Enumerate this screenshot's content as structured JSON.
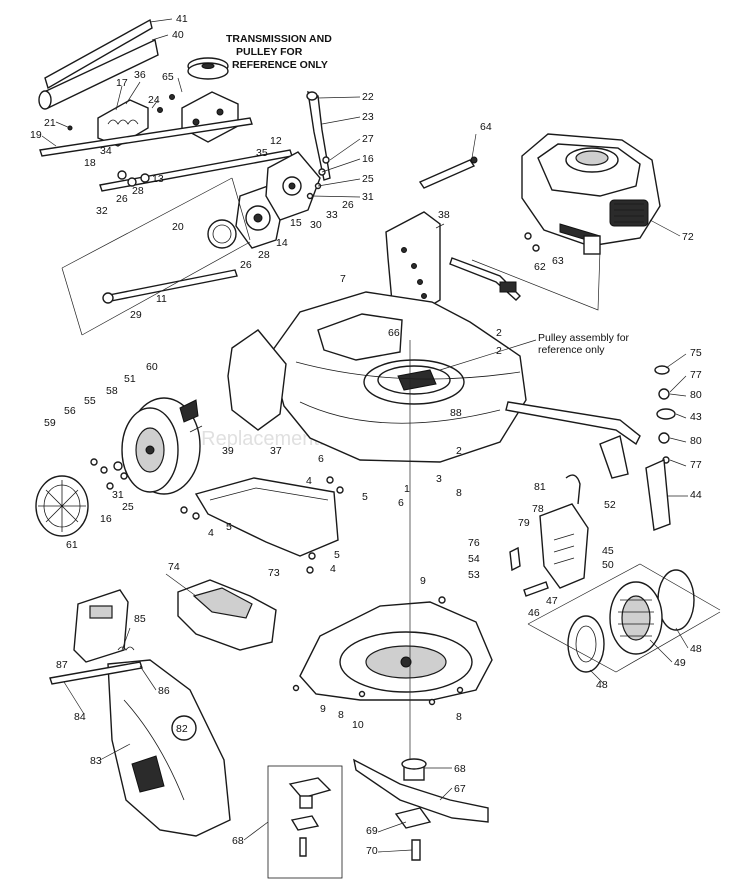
{
  "notes": {
    "transmission_line1": "TRANSMISSION AND",
    "transmission_line2": "PULLEY FOR",
    "transmission_line3": "REFERENCE ONLY",
    "pulley_line1": "Pulley assembly for",
    "pulley_line2": "reference only"
  },
  "watermark": "eReplacementParts.com",
  "callouts": {
    "c41": "41",
    "c40": "40",
    "c65": "65",
    "c36": "36",
    "c17": "17",
    "c24": "24",
    "c21": "21",
    "c19": "19",
    "c34": "34",
    "c18": "18",
    "c13": "13",
    "c28a": "28",
    "c26a": "26",
    "c32": "32",
    "c22": "22",
    "c23": "23",
    "c27": "27",
    "c16a": "16",
    "c25a": "25",
    "c31a": "31",
    "c12": "12",
    "c35": "35",
    "c33": "33",
    "c26b": "26",
    "c30": "30",
    "c15": "15",
    "c14": "14",
    "c20": "20",
    "c26c": "26",
    "c28b": "28",
    "c11": "11",
    "c29": "29",
    "c64": "64",
    "c38": "38",
    "c72": "72",
    "c62": "62",
    "c63": "63",
    "c7": "7",
    "c66": "66",
    "c2a": "2",
    "c2b": "2",
    "c75": "75",
    "c77a": "77",
    "c80a": "80",
    "c43": "43",
    "c80b": "80",
    "c77b": "77",
    "c60": "60",
    "c51": "51",
    "c58": "58",
    "c55": "55",
    "c56": "56",
    "c59": "59",
    "c39": "39",
    "c37": "37",
    "c88a": "88",
    "c2c": "2",
    "c3": "3",
    "c8a": "8",
    "c6a": "6",
    "c4a": "4",
    "c5a": "5",
    "c1": "1",
    "c6b": "6",
    "c31b": "31",
    "c25b": "25",
    "c16b": "16",
    "c61": "61",
    "c5b": "5",
    "c4b": "4",
    "c5c": "5",
    "c4c": "4",
    "c73": "73",
    "c52": "52",
    "c44": "44",
    "c81": "81",
    "c78": "78",
    "c79": "79",
    "c76": "76",
    "c54": "54",
    "c53": "53",
    "c45": "45",
    "c50": "50",
    "c47": "47",
    "c46": "46",
    "c9a": "9",
    "c74": "74",
    "c85": "85",
    "c87": "87",
    "c86": "86",
    "c84": "84",
    "c82": "82",
    "c83": "83",
    "c9b": "9",
    "c8b": "8",
    "c10": "10",
    "c8c": "8",
    "c48a": "48",
    "c49": "49",
    "c48b": "48",
    "c68a": "68",
    "c67": "67",
    "c69": "69",
    "c70": "70",
    "c68b": "68"
  }
}
